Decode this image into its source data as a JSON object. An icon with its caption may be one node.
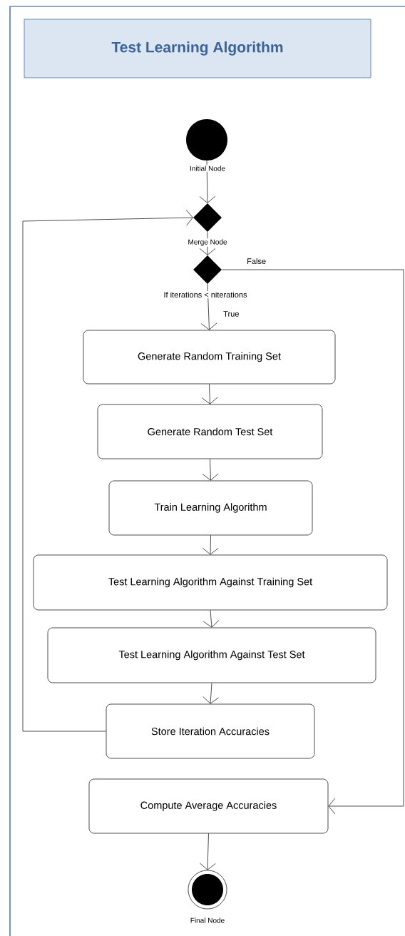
{
  "diagram": {
    "title": "Test Learning Algorithm",
    "nodes": [
      {
        "text": [],
        "shape": "circle",
        "beside": [
          "Initial Node"
        ]
      },
      {
        "text": [],
        "shape": "diamond",
        "beside": [
          "Merge Node"
        ]
      },
      {
        "text": [],
        "shape": "diamond",
        "beside": [
          "If iterations < niterations"
        ]
      },
      {
        "text": [
          "Generate Random Training Set"
        ]
      },
      {
        "text": [
          "Generate Random Test Set"
        ]
      },
      {
        "text": [
          "Train Learning Algorithm"
        ]
      },
      {
        "text": [
          "Test Learning Algorithm Against Training Set"
        ]
      },
      {
        "text": [
          "Test Learning Algorithm Against Test Set"
        ]
      },
      {
        "text": [
          "Store Iteration Accuracies"
        ]
      },
      {
        "text": [
          "Compute Average Accuracies"
        ]
      },
      {
        "text": [],
        "shape": "circle",
        "beside": [
          "Final Node"
        ]
      }
    ],
    "edges": [
      {
        "from": 0,
        "to": 1,
        "arrow": "to"
      },
      {
        "from": 1,
        "to": 2,
        "arrow": "to"
      },
      {
        "from": 2,
        "to": 3,
        "arrow": "to",
        "label": "True"
      },
      {
        "from": 2,
        "to": 9,
        "arrow": "to",
        "label": "False"
      },
      {
        "from": 3,
        "to": 4,
        "arrow": "to"
      },
      {
        "from": 4,
        "to": 5,
        "arrow": "to"
      },
      {
        "from": 5,
        "to": 6,
        "arrow": "to"
      },
      {
        "from": 6,
        "to": 7,
        "arrow": "to"
      },
      {
        "from": 7,
        "to": 8,
        "arrow": "to"
      },
      {
        "from": 8,
        "to": 1,
        "arrow": "to"
      },
      {
        "from": 9,
        "to": 10,
        "arrow": "to"
      }
    ]
  }
}
